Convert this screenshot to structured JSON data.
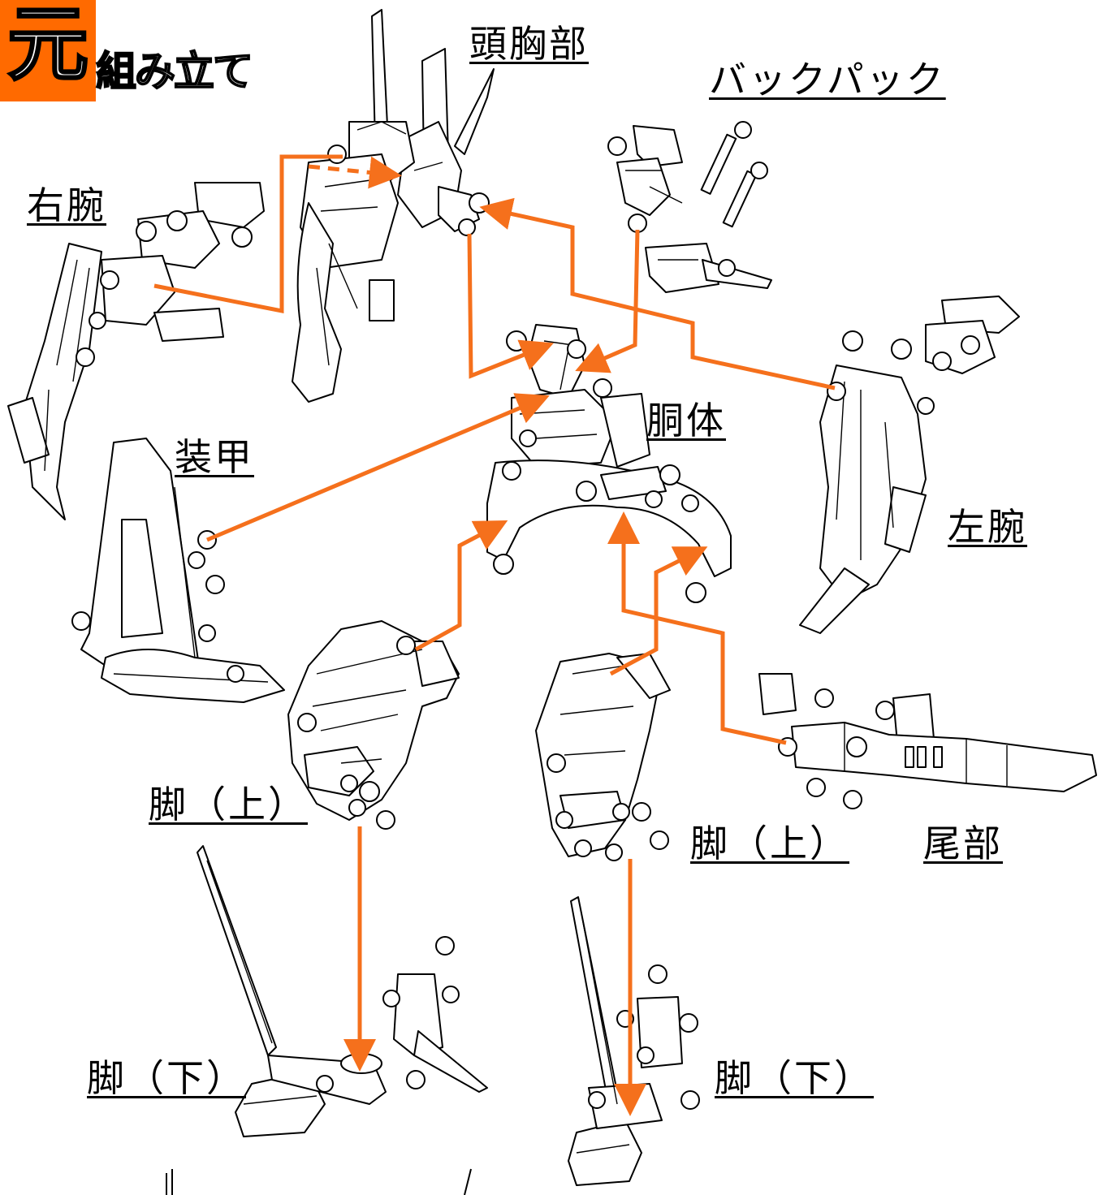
{
  "title": {
    "badge_glyph": "元",
    "text": "組み立て",
    "badge_color": "#ff6a00"
  },
  "labels": {
    "head_chest": "頭胸部",
    "backpack": "バックパック",
    "right_arm": "右腕",
    "left_arm": "左腕",
    "torso": "胴体",
    "armor": "装甲",
    "leg_upper_left": "脚（上）",
    "leg_upper_right": "脚（上）",
    "tail": "尾部",
    "leg_lower_left": "脚（下）",
    "leg_lower_right": "脚（下）"
  },
  "colors": {
    "arrow": "#f5701c",
    "outline": "#000000",
    "fill": "#ffffff"
  }
}
